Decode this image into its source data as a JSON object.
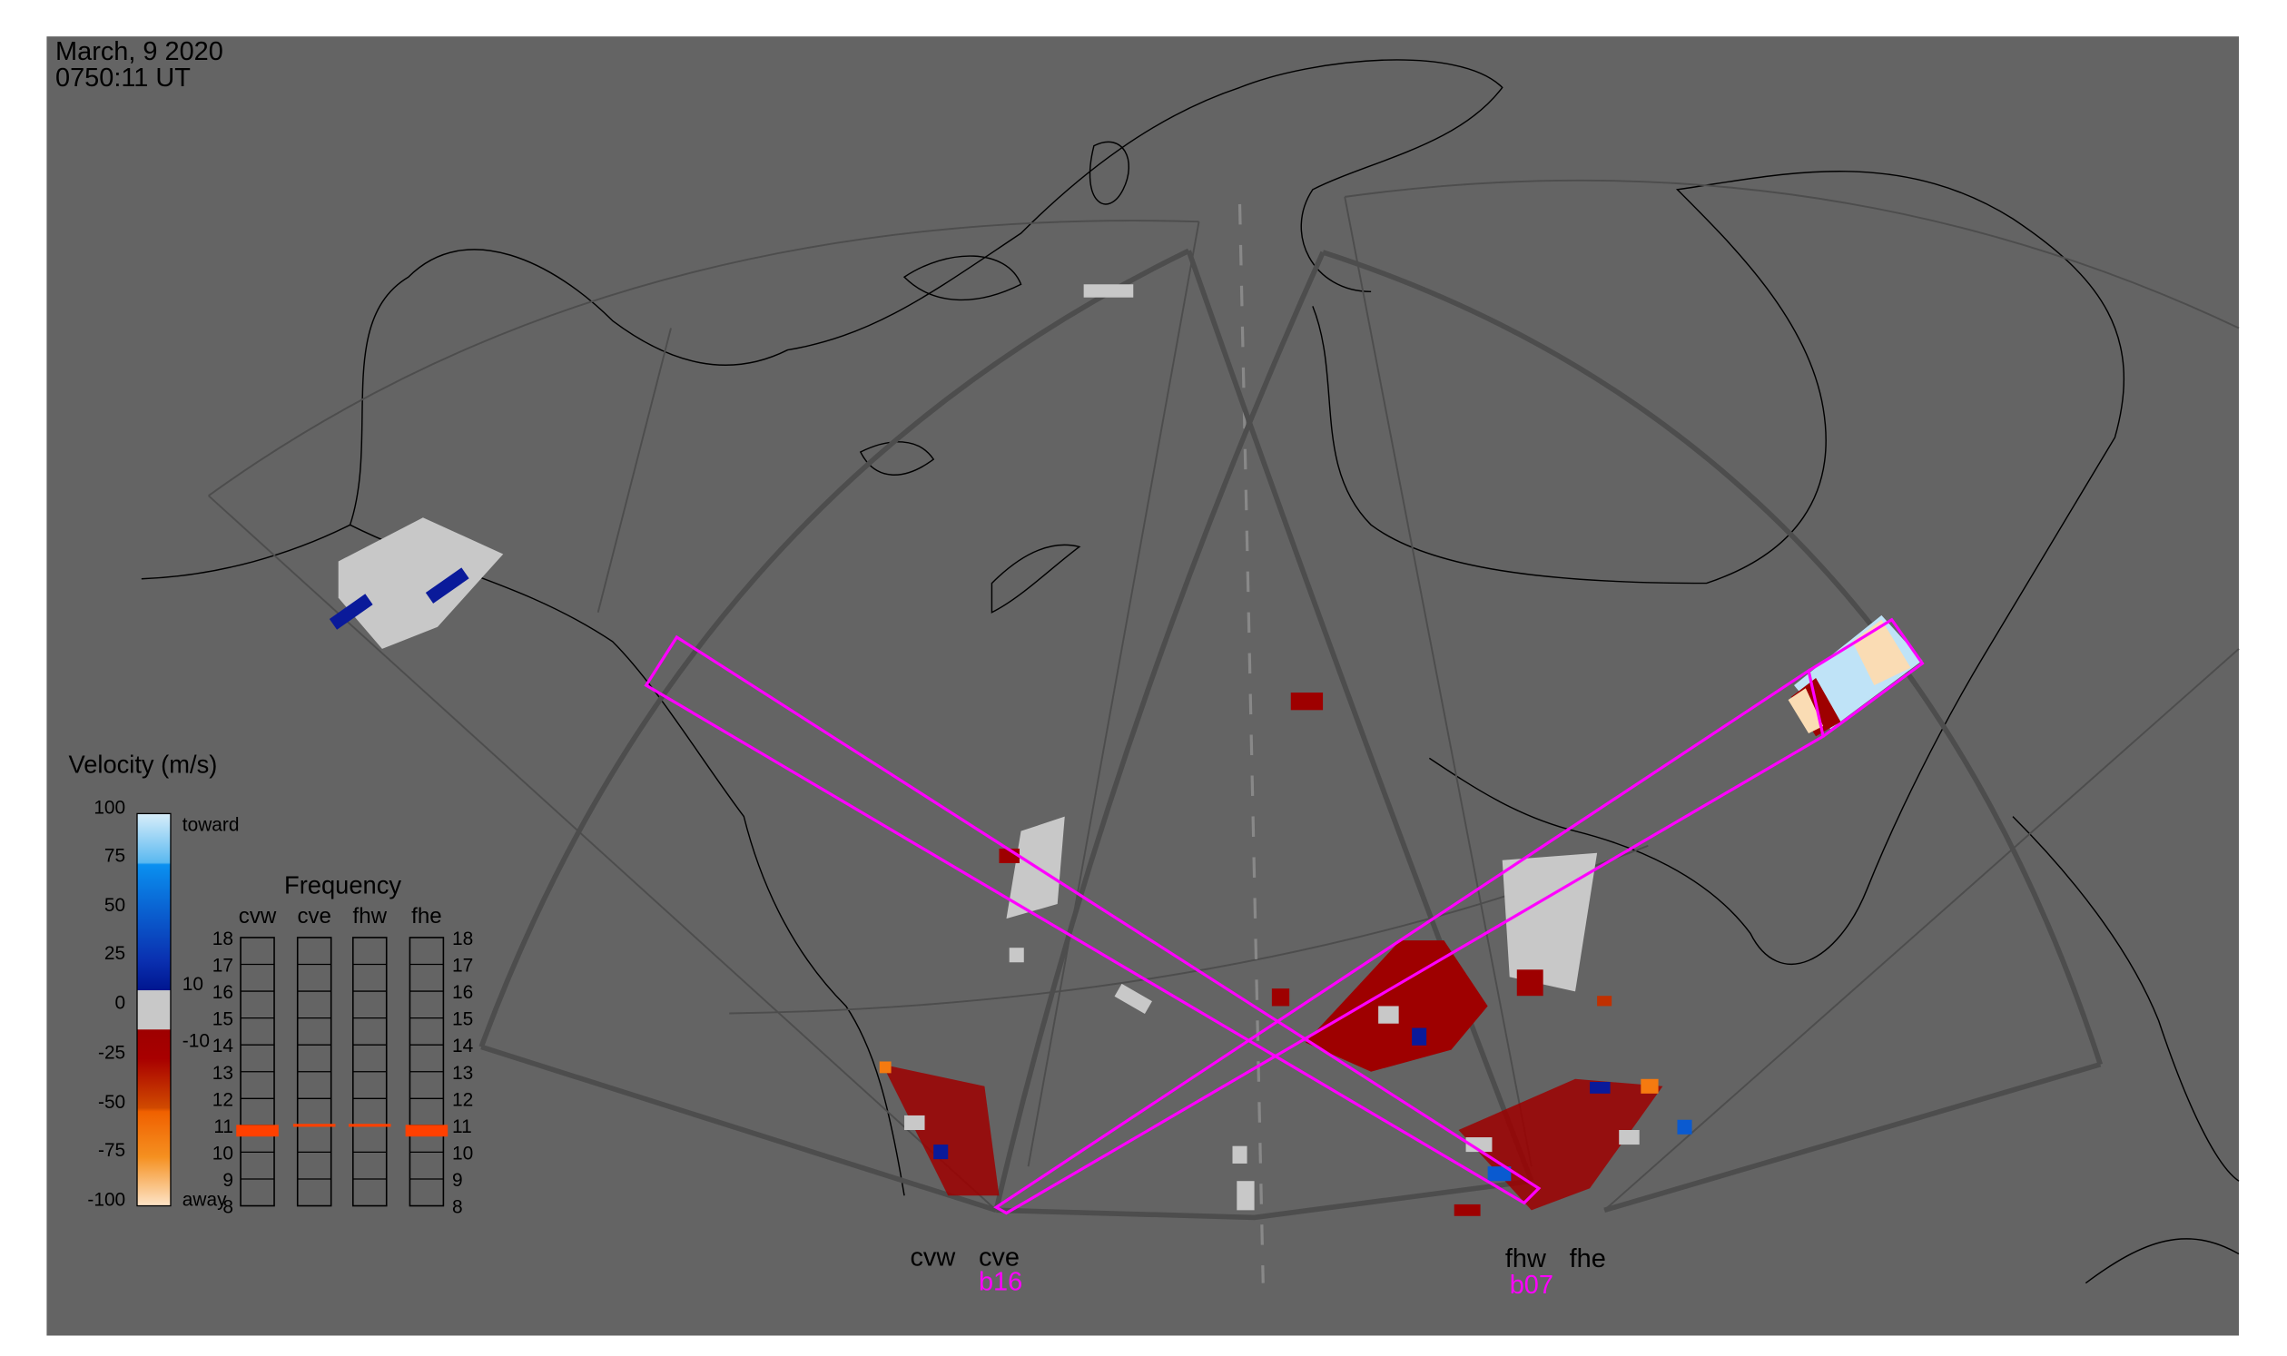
{
  "header": {
    "date": "March, 9 2020",
    "time": "0750:11 UT"
  },
  "velocity_legend": {
    "title": "Velocity (m/s)",
    "ticks": [
      "100",
      "75",
      "50",
      "25",
      "0",
      "-25",
      "-50",
      "-75",
      "-100"
    ],
    "toward_label": "toward",
    "away_label": "away",
    "gray_band_labels": [
      "10",
      "-10"
    ],
    "colors": {
      "light_blue": "#bfe3f7",
      "blue": "#0a8ef0",
      "dark_blue": "#001a9a",
      "gray": "#c8c8c8",
      "dark_red": "#9e0000",
      "red": "#c03000",
      "orange": "#f57a10",
      "peach": "#fadcb4"
    }
  },
  "frequency_legend": {
    "title": "Frequency",
    "radars": [
      "cvw",
      "cve",
      "fhw",
      "fhe"
    ],
    "ticks": [
      "18",
      "17",
      "16",
      "15",
      "14",
      "13",
      "12",
      "11",
      "10",
      "9",
      "8"
    ],
    "values_mhz": {
      "cvw": 10.8,
      "cve": 11.0,
      "fhw": 11.0,
      "fhe": 10.8
    },
    "marker_color": "#ff4000"
  },
  "radars": {
    "christmas_valley": {
      "labels": [
        "cvw",
        "cve"
      ],
      "beam": "b16"
    },
    "fort_hays": {
      "labels": [
        "fhw",
        "fhe"
      ],
      "beam": "b07"
    }
  },
  "colors": {
    "map_bg": "#646464",
    "fov": "#4d4d4d",
    "beam": "#ff00ff",
    "coast": "#000000"
  }
}
